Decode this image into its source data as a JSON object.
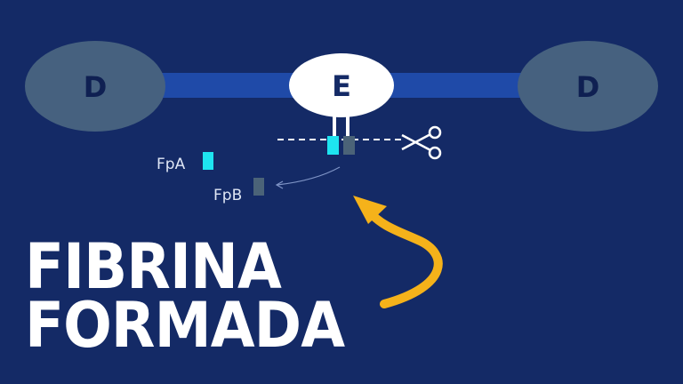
{
  "diagram": {
    "left_node": "D",
    "center_node": "E",
    "right_node": "D",
    "fragment_a": "FpA",
    "fragment_b": "FpB",
    "icons": [
      "scissors-icon",
      "curved-arrow-icon"
    ],
    "colors": {
      "background": "#142a66",
      "d_domain": "#46617f",
      "e_domain": "#ffffff",
      "connector": "#1f4aa8",
      "fpa": "#1ee4f0",
      "fpb": "#4b6378",
      "arrow": "#f5b21a"
    }
  },
  "headline": {
    "line1": "FIBRINA",
    "line2": "FORMADA"
  }
}
